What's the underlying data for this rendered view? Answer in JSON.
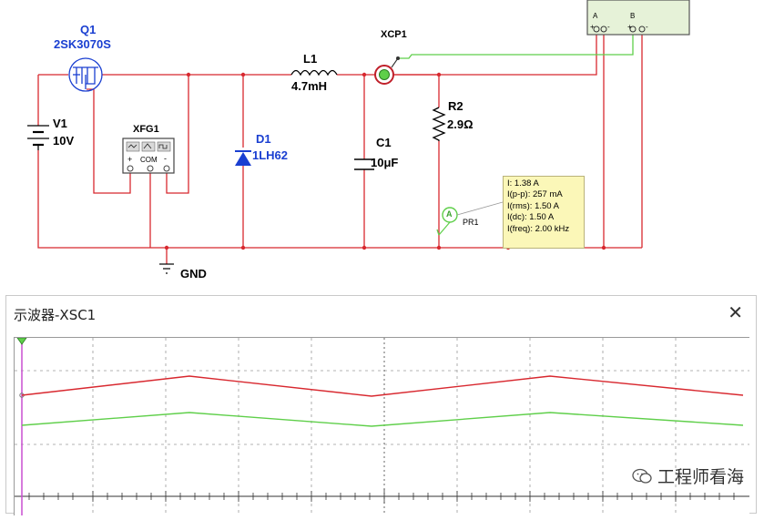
{
  "schematic": {
    "q1": {
      "ref": "Q1",
      "part": "2SK3070S"
    },
    "v1": {
      "ref": "V1",
      "value": "10V"
    },
    "xfg": {
      "ref": "XFG1",
      "com": "COM",
      "plus": "+",
      "minus": "-"
    },
    "d1": {
      "ref": "D1",
      "part": "1LH62"
    },
    "l1": {
      "ref": "L1",
      "value": "4.7mH"
    },
    "xcp": {
      "ref": "XCP1"
    },
    "c1": {
      "ref": "C1",
      "value": "10μF"
    },
    "r2": {
      "ref": "R2",
      "value": "2.9Ω"
    },
    "pr1": {
      "ref": "PR1",
      "symbol": "A"
    },
    "gnd": {
      "label": "GND"
    },
    "scope_ch": {
      "a": "A",
      "b": "B",
      "plus": "+",
      "minus": "-"
    },
    "probe_readout": [
      "I: 1.38 A",
      "I(p-p): 257 mA",
      "I(rms): 1.50 A",
      "I(dc): 1.50 A",
      "I(freq): 2.00 kHz"
    ]
  },
  "oscilloscope": {
    "title": "示波器-XSC1",
    "close_icon": "close-icon",
    "trace_colors": {
      "channel_a": "#d8282f",
      "channel_b": "#5fcf4a"
    },
    "grid": true
  },
  "watermark": {
    "icon": "wechat-icon",
    "text": "工程师看海"
  },
  "colors": {
    "wire": "#d8282f",
    "probe_wire": "#5fcf4a",
    "component_blue": "#1a3fd1"
  }
}
